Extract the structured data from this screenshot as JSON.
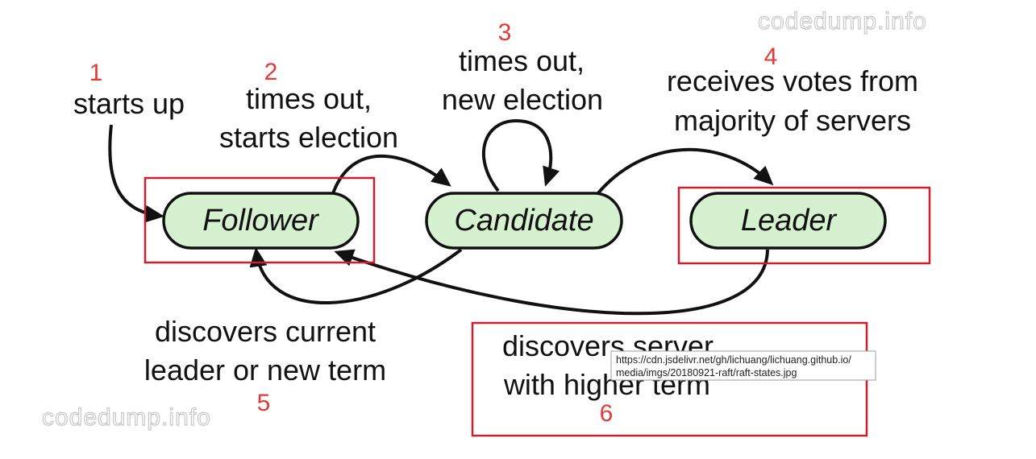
{
  "watermarks": [
    "codedump.info",
    "codedump.info"
  ],
  "states": {
    "follower": "Follower",
    "candidate": "Candidate",
    "leader": "Leader"
  },
  "transitions": [
    {
      "number": "1",
      "lines": [
        "starts up"
      ]
    },
    {
      "number": "2",
      "lines": [
        "times out,",
        "starts election"
      ]
    },
    {
      "number": "3",
      "lines": [
        "times out,",
        "new election"
      ]
    },
    {
      "number": "4",
      "lines": [
        "receives votes from",
        "majority of servers"
      ]
    },
    {
      "number": "5",
      "lines": [
        "discovers current",
        "leader or new term"
      ]
    },
    {
      "number": "6",
      "lines": [
        "discovers server",
        "with higher term"
      ]
    }
  ],
  "tooltip": {
    "line1": "https://cdn.jsdelivr.net/gh/lichuang/lichuang.github.io/",
    "line2": "media/imgs/20180921-raft/raft-states.jpg"
  },
  "cutoff_heading": "",
  "colors": {
    "node_fill": "#d6f1cf",
    "highlight_box": "#cc1f2e",
    "number": "#e53935"
  }
}
